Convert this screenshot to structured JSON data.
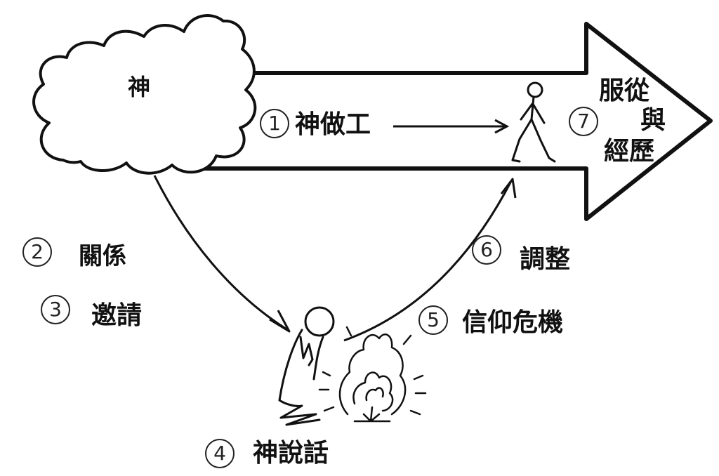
{
  "diagram": {
    "god_label": "神",
    "steps": [
      {
        "number": "1",
        "text": "神做工"
      },
      {
        "number": "2",
        "text": "關係"
      },
      {
        "number": "3",
        "text": "邀請"
      },
      {
        "number": "4",
        "text": "神說話"
      },
      {
        "number": "5",
        "text": "信仰危機"
      },
      {
        "number": "6",
        "text": "調整"
      },
      {
        "number": "7",
        "text_line1": "服從",
        "text_line2": "與",
        "text_line3": "經歷"
      }
    ]
  }
}
